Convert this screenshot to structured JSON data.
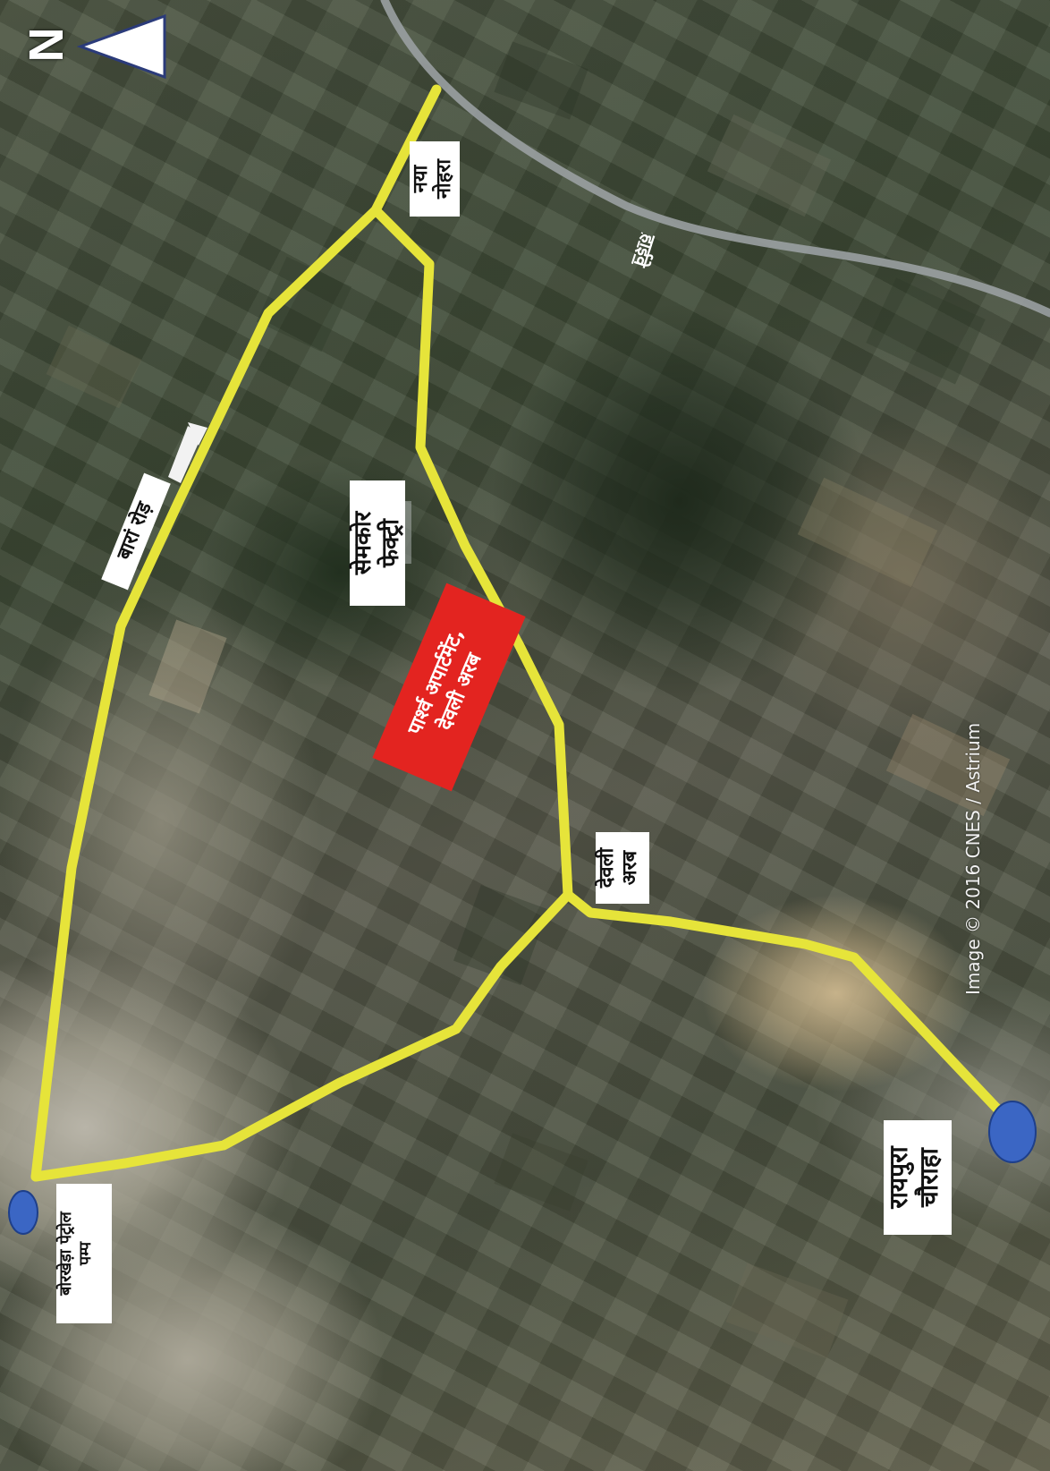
{
  "north_indicator": {
    "letter": "N",
    "icon": "north-arrow-icon"
  },
  "labels": {
    "naya_nohra": [
      "नया",
      "नोहरा"
    ],
    "semcor_factory": [
      "सेमकोर",
      "फेक्ट्री"
    ],
    "baran_road": "बारां रोड़",
    "parshv_apartment": [
      "पार्श्व अपार्टमेंट,",
      "देवली अरब"
    ],
    "devli_arab": [
      "देवली",
      "अरब"
    ],
    "raipura_chauraha": [
      "रायपुरा",
      "चौराहा"
    ],
    "borkheda_petrol_pump": [
      "बोरखेड़ा पेट्रोल",
      "पम्प"
    ],
    "highway": "हाईवे"
  },
  "credit": "Image © 2016 CNES / Astrium",
  "colors": {
    "route": "#e6e43a",
    "marker": "#3b66c4",
    "highlight_box": "#e32420"
  }
}
